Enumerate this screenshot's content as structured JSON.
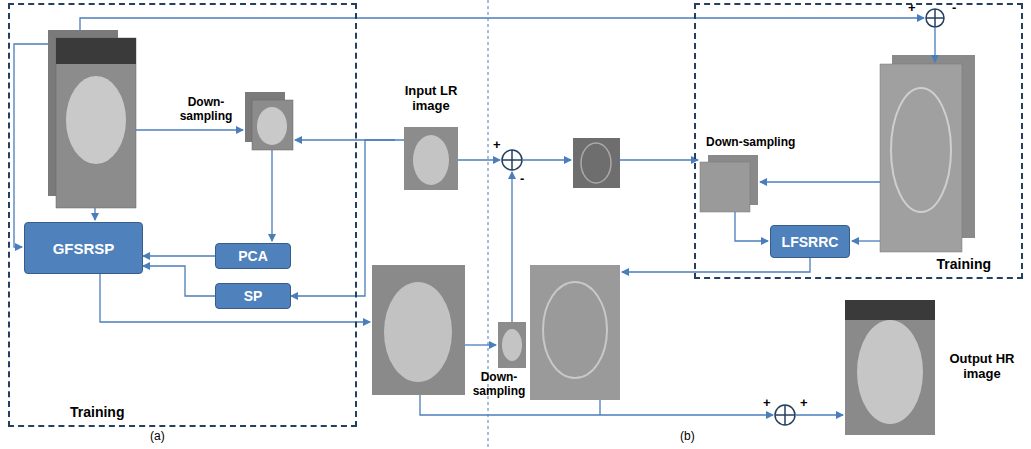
{
  "diagram": {
    "nodes": [
      {
        "text": [
          "Training"
        ]
      },
      {
        "text": [
          "GFSRSP"
        ],
        "in": 0
      },
      {
        "text": [
          "PCA"
        ],
        "in": 0
      },
      {
        "text": [
          "SP"
        ],
        "in": 0
      },
      {
        "text": [
          "Input LR image"
        ]
      },
      {
        "text": [
          "Training"
        ]
      },
      {
        "text": [
          "LFSRRC"
        ],
        "in": 5
      },
      {
        "text": [
          "Output HR image"
        ]
      }
    ],
    "edges": [
      {
        "from": 2,
        "to": 1,
        "arrow": "to"
      },
      {
        "from": 3,
        "to": 1,
        "arrow": "to"
      },
      {
        "from": 4,
        "to": 3,
        "arrow": "to"
      }
    ],
    "labels": [
      "Down- sampling",
      "+",
      "-",
      "+",
      "-",
      "Down-sampling",
      "Down- sampling",
      "+",
      "+",
      "(a)",
      "(b)"
    ]
  }
}
